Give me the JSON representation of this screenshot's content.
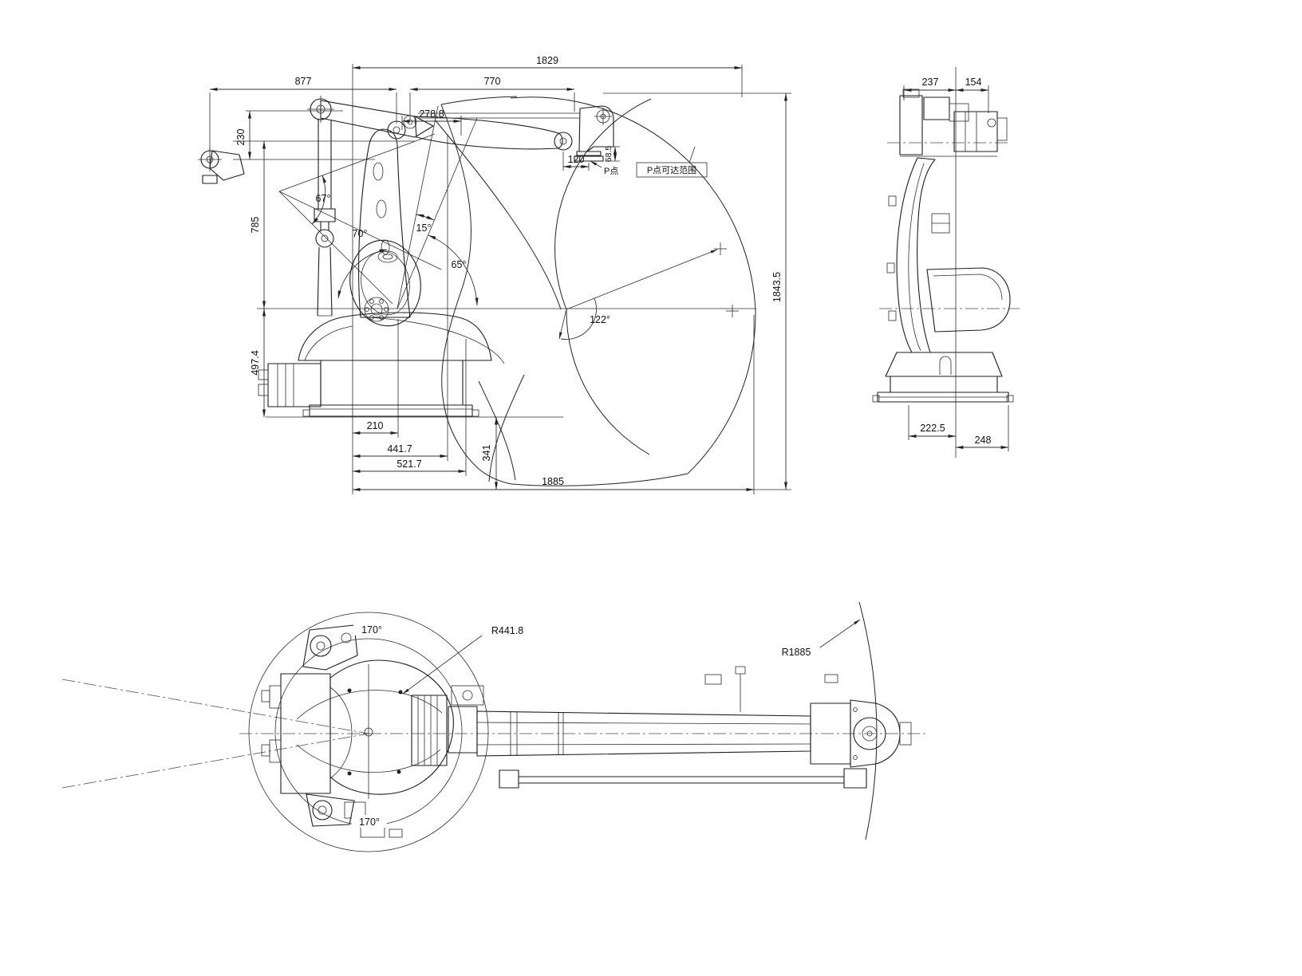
{
  "front": {
    "d1829": "1829",
    "d877": "877",
    "d770": "770",
    "d278_8": "278.8",
    "d230": "230",
    "d785": "785",
    "d497_4": "497.4",
    "d210": "210",
    "d441_7": "441.7",
    "d521_7": "521.7",
    "d341": "341",
    "d1885": "1885",
    "d1843_5": "1843.5",
    "d120": "120",
    "d68_5": "68.5",
    "a67": "67°",
    "a70": "70°",
    "a15": "15°",
    "a65": "65°",
    "a122": "122°",
    "p_point": "P点",
    "p_range": "P点可达范围"
  },
  "side": {
    "d237": "237",
    "d154": "154",
    "d222_5": "222.5",
    "d248": "248"
  },
  "plan": {
    "a170_top": "170°",
    "a170_bottom": "170°",
    "r_inner": "R441.8",
    "r_outer": "R1885"
  }
}
